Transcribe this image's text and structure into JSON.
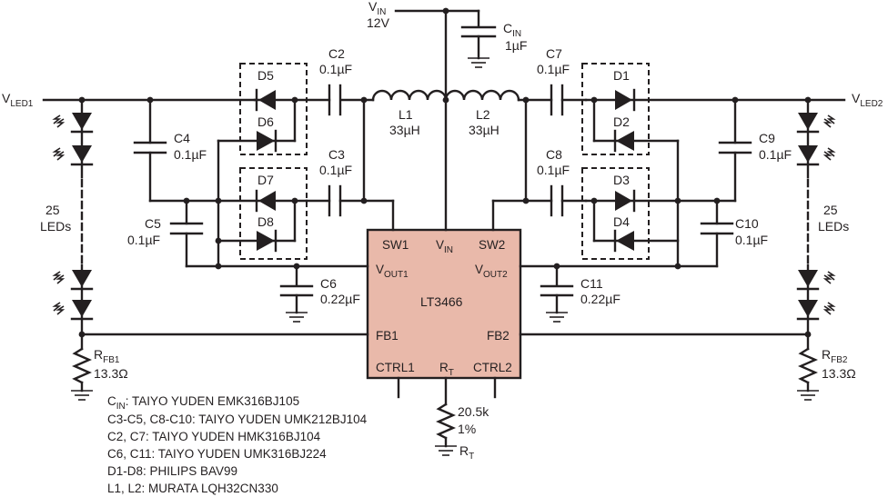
{
  "vin": {
    "label": "V",
    "sub": "IN",
    "value": "12V"
  },
  "cin": {
    "label": "C",
    "sub": "IN",
    "value": "1µF"
  },
  "vled1": {
    "label": "V",
    "sub": "LED1"
  },
  "vled2": {
    "label": "V",
    "sub": "LED2"
  },
  "diodes": {
    "d1": "D1",
    "d2": "D2",
    "d3": "D3",
    "d4": "D4",
    "d5": "D5",
    "d6": "D6",
    "d7": "D7",
    "d8": "D8"
  },
  "caps": {
    "c2": {
      "name": "C2",
      "value": "0.1µF"
    },
    "c3": {
      "name": "C3",
      "value": "0.1µF"
    },
    "c4": {
      "name": "C4",
      "value": "0.1µF"
    },
    "c5": {
      "name": "C5",
      "value": "0.1µF"
    },
    "c6": {
      "name": "C6",
      "value": "0.22µF"
    },
    "c7": {
      "name": "C7",
      "value": "0.1µF"
    },
    "c8": {
      "name": "C8",
      "value": "0.1µF"
    },
    "c9": {
      "name": "C9",
      "value": "0.1µF"
    },
    "c10": {
      "name": "C10",
      "value": "0.1µF"
    },
    "c11": {
      "name": "C11",
      "value": "0.22µF"
    }
  },
  "inductors": {
    "l1": {
      "name": "L1",
      "value": "33µH"
    },
    "l2": {
      "name": "L2",
      "value": "33µH"
    }
  },
  "led_count_left": {
    "count": "25",
    "unit": "LEDs"
  },
  "led_count_right": {
    "count": "25",
    "unit": "LEDs"
  },
  "rfb1": {
    "label": "R",
    "sub": "FB1",
    "value": "13.3Ω"
  },
  "rfb2": {
    "label": "R",
    "sub": "FB2",
    "value": "13.3Ω"
  },
  "rt": {
    "label": "R",
    "sub": "T",
    "value": "20.5k",
    "tol": "1%"
  },
  "ic": {
    "name": "LT3466",
    "pins": {
      "sw1": "SW1",
      "vin": "V",
      "vin_sub": "IN",
      "sw2": "SW2",
      "vout1": "V",
      "vout1_sub": "OUT1",
      "vout2": "V",
      "vout2_sub": "OUT2",
      "fb1": "FB1",
      "fb2": "FB2",
      "ctrl1": "CTRL1",
      "rt": "R",
      "rt_sub": "T",
      "ctrl2": "CTRL2"
    }
  },
  "notes": [
    {
      "prefix": "C",
      "sub": "IN",
      "text": ": TAIYO YUDEN EMK316BJ105"
    },
    {
      "prefix": "",
      "sub": "",
      "text": "C3-C5, C8-C10: TAIYO YUDEN UMK212BJ104"
    },
    {
      "prefix": "",
      "sub": "",
      "text": "C2, C7: TAIYO YUDEN HMK316BJ104"
    },
    {
      "prefix": "",
      "sub": "",
      "text": "C6, C11: TAIYO YUDEN UMK316BJ224"
    },
    {
      "prefix": "",
      "sub": "",
      "text": "D1-D8: PHILIPS BAV99"
    },
    {
      "prefix": "",
      "sub": "",
      "text": "L1, L2: MURATA LQH32CN330"
    }
  ],
  "colors": {
    "ic_fill": "#e9b9aa",
    "line": "#231f20",
    "background": "#ffffff"
  }
}
